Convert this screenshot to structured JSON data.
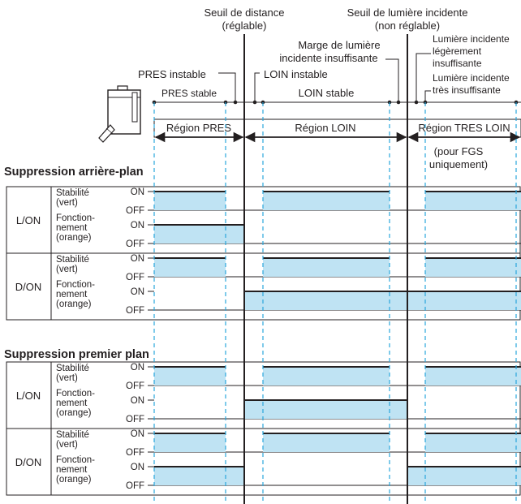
{
  "top": {
    "seuil_distance": [
      "Seuil de distance",
      "(réglable)"
    ],
    "seuil_lumiere": [
      "Seuil de lumière incidente",
      "(non réglable)"
    ],
    "marge": [
      "Marge de lumière",
      "incidente insuffisante"
    ],
    "legerement": [
      "Lumière incidente",
      "légèrement",
      "insuffisante"
    ],
    "tres": [
      "Lumière incidente",
      "très insuffisante"
    ],
    "pres_instable": "PRES instable",
    "loin_instable": "LOIN instable",
    "pres_stable": "PRES stable",
    "loin_stable": "LOIN stable"
  },
  "regions": {
    "pres": "Région PRES",
    "loin": "Région LOIN",
    "tres_loin": "Région TRES LOIN",
    "fgs_note": [
      "(pour FGS",
      "uniquement)"
    ]
  },
  "sections": [
    {
      "title": "Suppression arrière-plan",
      "blocks": [
        {
          "mode": "L/ON",
          "rows": [
            {
              "label": [
                "Stabilité",
                "(vert)"
              ],
              "on": "ON",
              "off": "OFF",
              "highs": [
                [
                  190,
                  278
                ],
                [
                  324,
                  480
                ],
                [
                  524,
                  642
                ]
              ]
            },
            {
              "label": [
                "Fonction-",
                "nement",
                "(orange)"
              ],
              "on": "ON",
              "off": "OFF",
              "highs": [
                [
                  190,
                  301
                ]
              ]
            }
          ]
        },
        {
          "mode": "D/ON",
          "rows": [
            {
              "label": [
                "Stabilité",
                "(vert)"
              ],
              "on": "ON",
              "off": "OFF",
              "highs": [
                [
                  190,
                  278
                ],
                [
                  324,
                  480
                ],
                [
                  524,
                  642
                ]
              ]
            },
            {
              "label": [
                "Fonction-",
                "nement",
                "(orange)"
              ],
              "on": "ON",
              "off": "OFF",
              "highs": [
                [
                  301,
                  642
                ]
              ]
            }
          ]
        }
      ]
    },
    {
      "title": "Suppression premier plan",
      "blocks": [
        {
          "mode": "L/ON",
          "rows": [
            {
              "label": [
                "Stabilité",
                "(vert)"
              ],
              "on": "ON",
              "off": "OFF",
              "highs": [
                [
                  190,
                  278
                ],
                [
                  324,
                  480
                ],
                [
                  524,
                  642
                ]
              ]
            },
            {
              "label": [
                "Fonction-",
                "nement",
                "(orange)"
              ],
              "on": "ON",
              "off": "OFF",
              "highs": [
                [
                  301,
                  502
                ]
              ]
            }
          ]
        },
        {
          "mode": "D/ON",
          "rows": [
            {
              "label": [
                "Stabilité",
                "(vert)"
              ],
              "on": "ON",
              "off": "OFF",
              "highs": [
                [
                  190,
                  278
                ],
                [
                  324,
                  480
                ],
                [
                  524,
                  642
                ]
              ]
            },
            {
              "label": [
                "Fonction-",
                "nement",
                "(orange)"
              ],
              "on": "ON",
              "off": "OFF",
              "highs": [
                [
                  190,
                  301
                ],
                [
                  502,
                  642
                ]
              ]
            }
          ]
        }
      ]
    }
  ],
  "colors": {
    "fill": "#bfe3f3",
    "dash": "#2aa6dc",
    "line": "#231f20"
  }
}
